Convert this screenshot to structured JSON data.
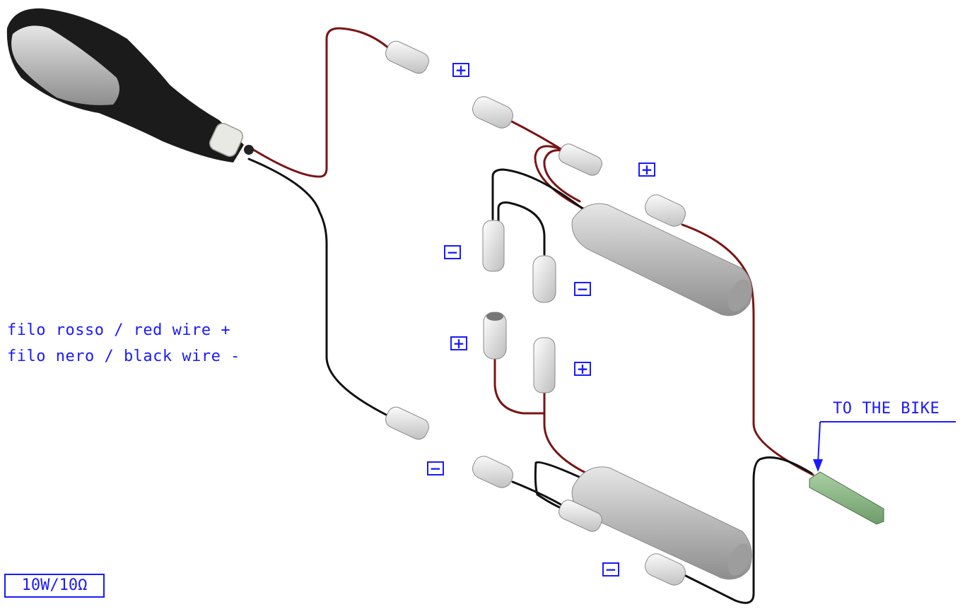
{
  "legend": {
    "red_wire": "filo rosso / red wire +",
    "black_wire": "filo nero / black wire -"
  },
  "rating": "10W/10Ω",
  "callout": "TO THE BIKE",
  "signs": {
    "plus": "+",
    "minus": "−"
  },
  "colors": {
    "annotation": "#1a1aff",
    "red_wire": "#7a1414",
    "black_wire": "#111111",
    "resistor_body": "#bdbdbd",
    "connector_board": "#8fbf8a"
  }
}
